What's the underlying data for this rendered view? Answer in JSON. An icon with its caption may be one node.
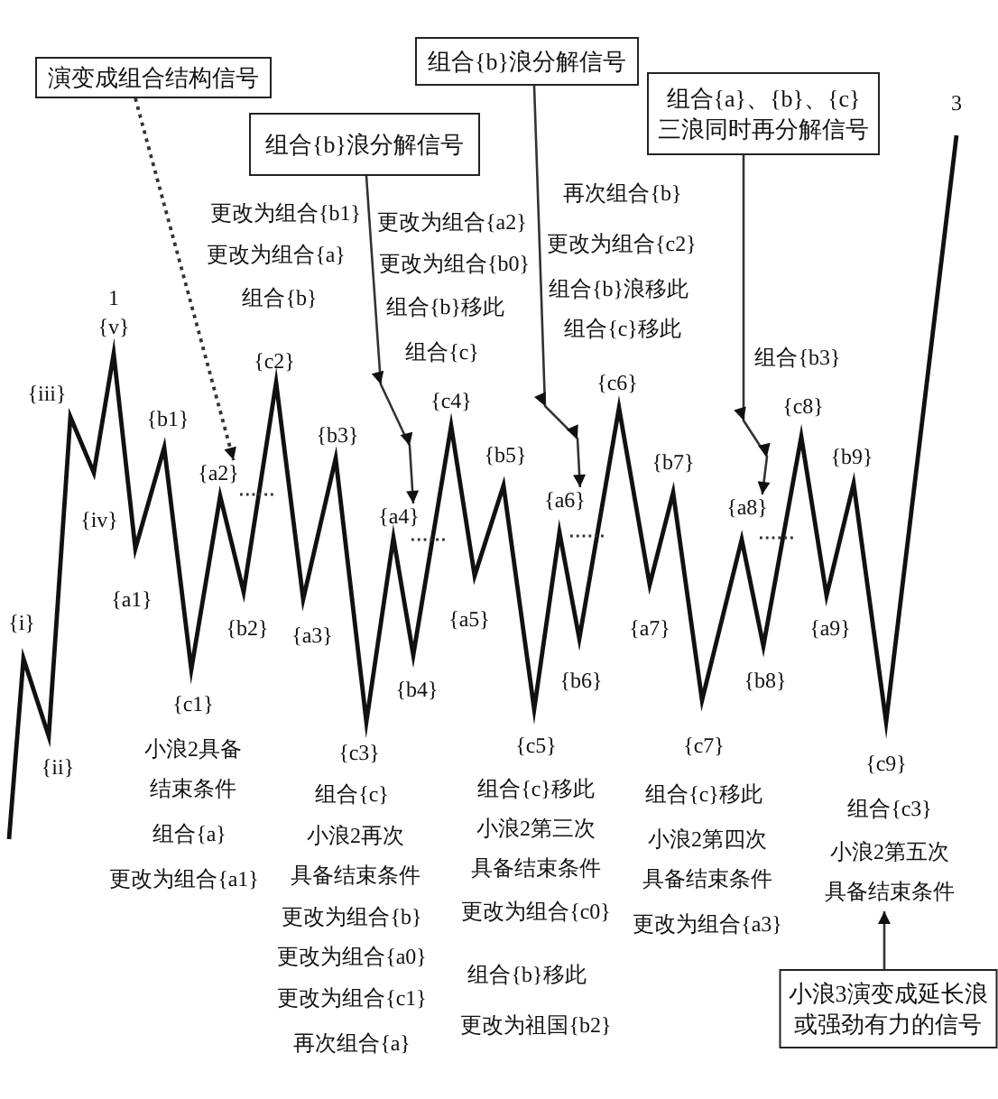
{
  "diagram": {
    "nodes": [
      {
        "text": [
          "演变成组合结构信号"
        ]
      },
      {
        "text": [
          "组合{b}浪分解信号"
        ]
      },
      {
        "text": [
          "组合{b}浪分解信号"
        ]
      },
      {
        "text": [
          "组合{a}、{b}、{c}三浪同时再分解信号"
        ]
      },
      {
        "text": [
          "组合{c3}",
          "小浪2第五次具备结束条件"
        ]
      },
      {
        "text": [
          "小浪3演变成延长浪或强劲有力的信号"
        ]
      },
      {
        "text": [
          "{a2}"
        ]
      },
      {
        "text": [
          "{a4}"
        ]
      },
      {
        "text": [
          "{a6}"
        ]
      },
      {
        "text": [
          "{a8}"
        ]
      }
    ],
    "edges": [
      {
        "from": 0,
        "to": 6,
        "arrow": "to",
        "style": "dashed"
      },
      {
        "from": 1,
        "to": 7,
        "arrow": "to"
      },
      {
        "from": 2,
        "to": 8,
        "arrow": "to"
      },
      {
        "from": 3,
        "to": 9,
        "arrow": "to"
      },
      {
        "from": 5,
        "to": 4,
        "arrow": "to"
      }
    ],
    "labels": [
      "3",
      "更改为组合{b1}",
      "更改为组合{a}",
      "组合{b}",
      "更改为组合{a2}",
      "更改为组合{b0}",
      "组合{b}移此",
      "组合{c}",
      "再次组合{b}",
      "更改为组合{c2}",
      "组合{b}浪移此",
      "组合{c}移此",
      "组合{b3}",
      "1",
      "{v}",
      "{iii}",
      "{iv}",
      "{i}",
      "{ii}",
      "{b1}",
      "{a1}",
      "{c1}",
      "小浪2具备结束条件",
      "组合{a}",
      "更改为组合{a1}",
      "{b2}",
      "{c2}",
      "{a3}",
      "{b3}",
      "{c3}",
      "组合{c}",
      "小浪2再次具备结束条件",
      "更改为组合{b}",
      "更改为组合{a0}",
      "更改为组合{c1}",
      "再次组合{a}",
      "{b4}",
      "{c4}",
      "{a5}",
      "{b5}",
      "{c5}",
      "组合{c}移此",
      "小浪2第三次具备结束条件",
      "更改为组合{c0}",
      "组合{b}移此",
      "更改为祖国{b2}",
      "{b6}",
      "{c6}",
      "{a7}",
      "{b7}",
      "{c7}",
      "组合{c}移此",
      "小浪2第四次具备结束条件",
      "更改为组合{a3}",
      "{b8}",
      "{c8}",
      "{a9}",
      "{b9}",
      "{c9}"
    ]
  }
}
